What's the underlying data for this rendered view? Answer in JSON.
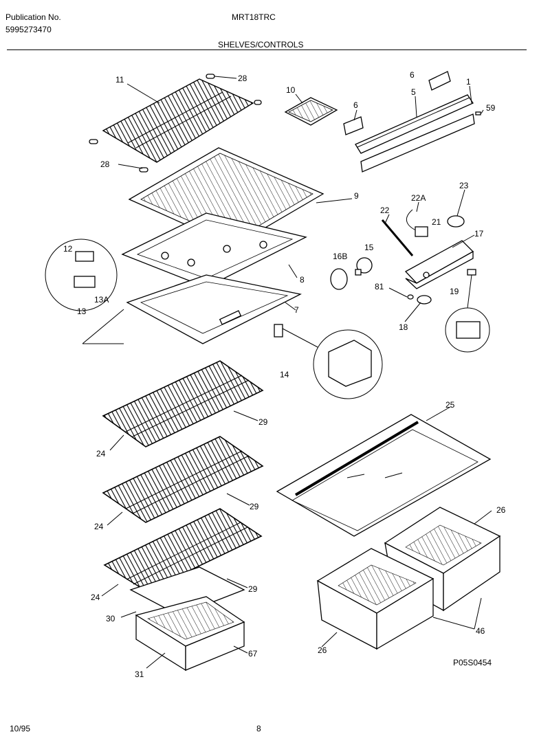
{
  "header": {
    "publication_label": "Publication No.",
    "publication_number": "5995273470",
    "model": "MRT18TRC",
    "section": "SHELVES/CONTROLS"
  },
  "footer": {
    "date": "10/95",
    "page": "8",
    "drawing_code": "P05S0454"
  },
  "callouts": [
    "11",
    "28",
    "28",
    "10",
    "6",
    "6",
    "5",
    "1",
    "59",
    "9",
    "22A",
    "23",
    "22",
    "21",
    "17",
    "12",
    "13A",
    "13",
    "16B",
    "15",
    "8",
    "81",
    "19",
    "7",
    "18",
    "14",
    "25",
    "29",
    "24",
    "29",
    "24",
    "26",
    "29",
    "24",
    "30",
    "46",
    "26",
    "67",
    "31"
  ]
}
